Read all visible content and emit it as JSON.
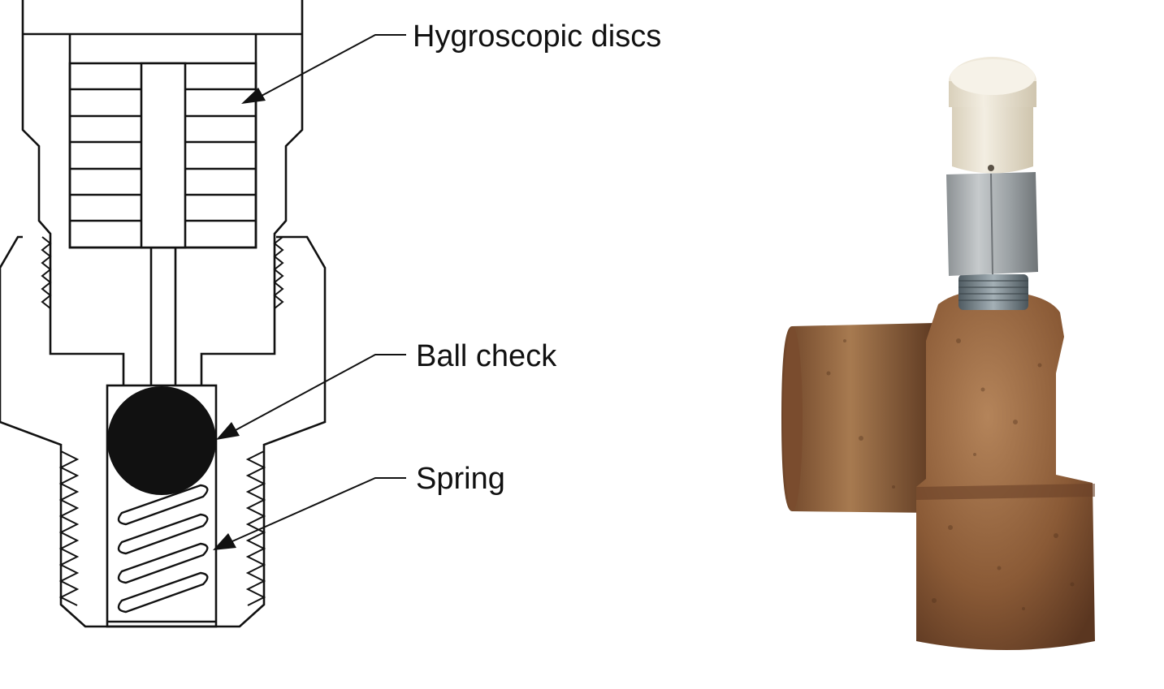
{
  "labels": {
    "hygroscopic_discs": "Hygroscopic discs",
    "ball_check": "Ball check",
    "spring": "Spring"
  },
  "colors": {
    "line": "#111111",
    "bronze": "#8a5a36",
    "cap": "#e9e2d2",
    "steel": "#9ea3a6"
  }
}
